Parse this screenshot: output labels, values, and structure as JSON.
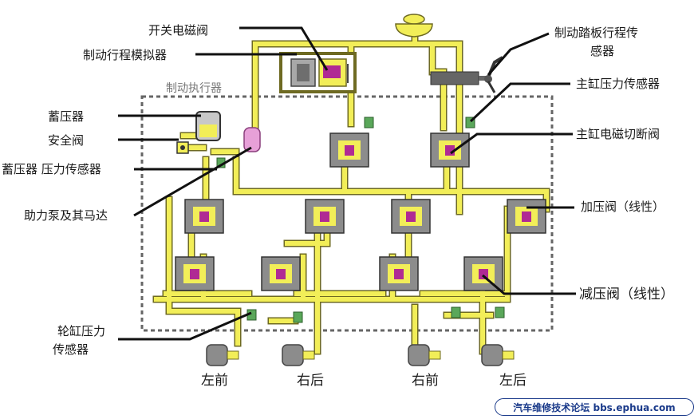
{
  "labels": {
    "switch_solenoid": "开关电磁阀",
    "stroke_simulator": "制动行程模拟器",
    "brake_actuator": "制动执行器",
    "accumulator": "蓄压器",
    "safety_valve": "安全阀",
    "accumulator_pressure_sensor": "蓄压器 压力传感器",
    "pump_motor": "助力泵及其马达",
    "wheel_pressure_sensor_line1": "轮缸压力",
    "wheel_pressure_sensor_line2": "传感器",
    "pedal_sensor_line1": "制动踏板行程传",
    "pedal_sensor_line2": "感器",
    "master_pressure_sensor": "主缸压力传感器",
    "master_cutoff_solenoid": "主缸电磁切断阀",
    "pressure_increase_valve": "加压阀（线性）",
    "pressure_decrease_valve": "减压阀（线性）",
    "wheel_front_left": "左前",
    "wheel_rear_right": "右后",
    "wheel_front_right": "右前",
    "wheel_rear_left": "左后"
  },
  "watermark": "汽车维修技术论坛 bbs.ephua.com",
  "colors": {
    "pipe_fill": "#f2ee58",
    "pipe_edge": "#6e6a22",
    "valve_body": "#8c8c8c",
    "valve_core": "#b02a94",
    "sensor": "#5aa75a",
    "dashed_border": "#666666"
  }
}
